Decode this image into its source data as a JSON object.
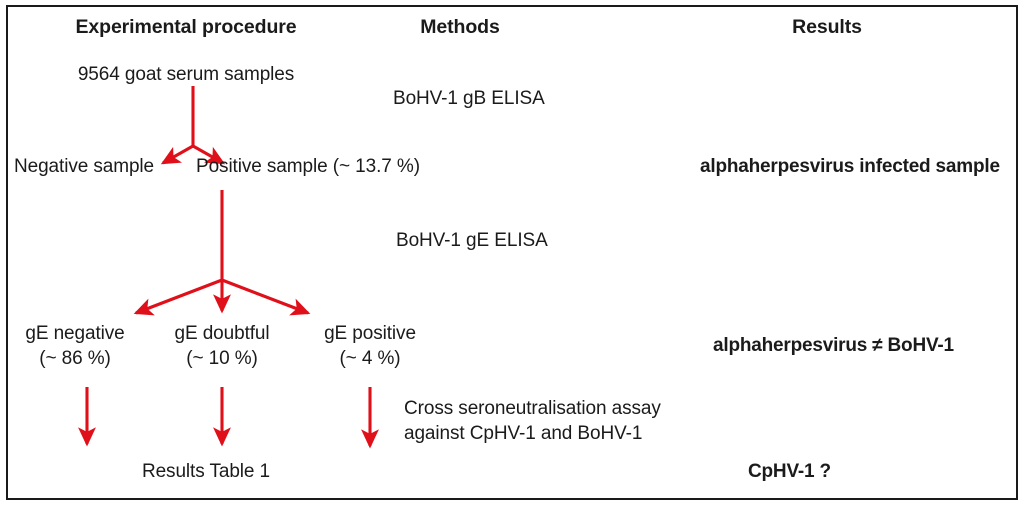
{
  "figure": {
    "type": "flowchart",
    "border_color": "#1a1a1a",
    "arrow_color": "#e0101a",
    "text_color": "#1b1b1b"
  },
  "columns": {
    "experimental_procedure": "Experimental procedure",
    "methods": "Methods",
    "results": "Results"
  },
  "procedure": {
    "start": "9564 goat serum samples",
    "negative_sample": "Negative sample",
    "positive_sample": "Positive sample (~ 13.7 %)",
    "ge_negative_label": "gE negative",
    "ge_negative_pct": "(~ 86 %)",
    "ge_doubtful_label": "gE doubtful",
    "ge_doubtful_pct": "(~ 10 %)",
    "ge_positive_label": "gE positive",
    "ge_positive_pct": "(~ 4 %)",
    "results_table": "Results Table 1"
  },
  "methods": {
    "gb_elisa": "BoHV-1 gB ELISA",
    "ge_elisa": "BoHV-1 gE ELISA",
    "cross_sn_line1": "Cross seroneutralisation assay",
    "cross_sn_line2": "against CpHV-1 and BoHV-1"
  },
  "results": {
    "infected_sample": "alphaherpesvirus infected sample",
    "not_bohv1": "alphaherpesvirus ≠ BoHV-1",
    "cphv1_question": "CpHV-1 ?"
  }
}
